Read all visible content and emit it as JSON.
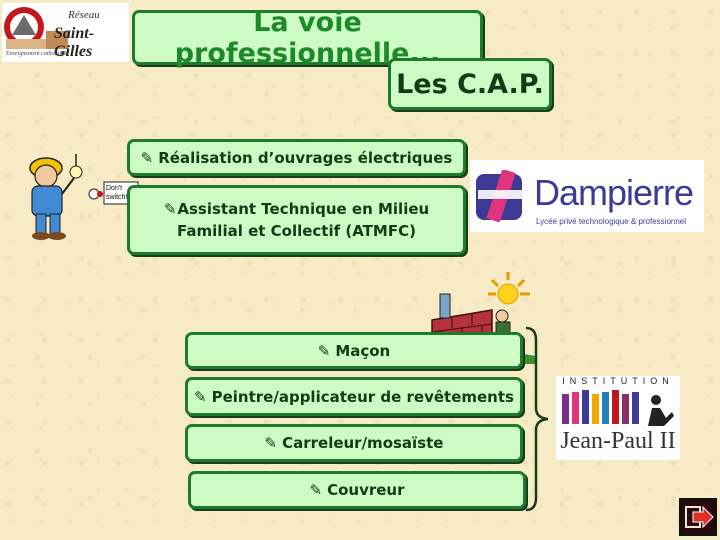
{
  "header": {
    "title": "La voie professionnelle...",
    "subtitle": "Les C.A.P."
  },
  "logos": {
    "reseau_saint_gilles": {
      "line1": "Réseau",
      "line2": "Saint-Gilles",
      "tagline": "Enseignement catholique"
    },
    "dampierre": {
      "name": "Dampierre",
      "tagline": "Lycée privé technologique & professionnel",
      "accent": "#3d3a96",
      "mark_colors": [
        "#3d3a96",
        "#e0347c"
      ]
    },
    "jean_paul": {
      "institution": "INSTITUTION",
      "name": "Jean-Paul II"
    }
  },
  "illustrations": {
    "electrician": {
      "sign": "Don't switch!",
      "icon": "electrician-icon"
    },
    "mason": {
      "icon": "mason-wall-icon"
    }
  },
  "groups": {
    "electrical": [
      {
        "label": "Réalisation d’ouvrages électriques"
      },
      {
        "label_line1": "Assistant Technique en Milieu",
        "label_line2": "Familial et Collectif (ATMFC)"
      }
    ],
    "building": [
      {
        "label": "Maçon"
      },
      {
        "label": "Peintre/applicateur de revêtements"
      },
      {
        "label": "Carreleur/mosaïste"
      },
      {
        "label": "Couvreur"
      }
    ]
  },
  "bullet_glyph": "✎",
  "colors": {
    "box_fill": "#ccfcc4",
    "box_border": "#1e7a2c",
    "title_text": "#1d8a2a",
    "background": "#f6ebc4"
  },
  "nav": {
    "icon": "next-arrow-icon"
  }
}
